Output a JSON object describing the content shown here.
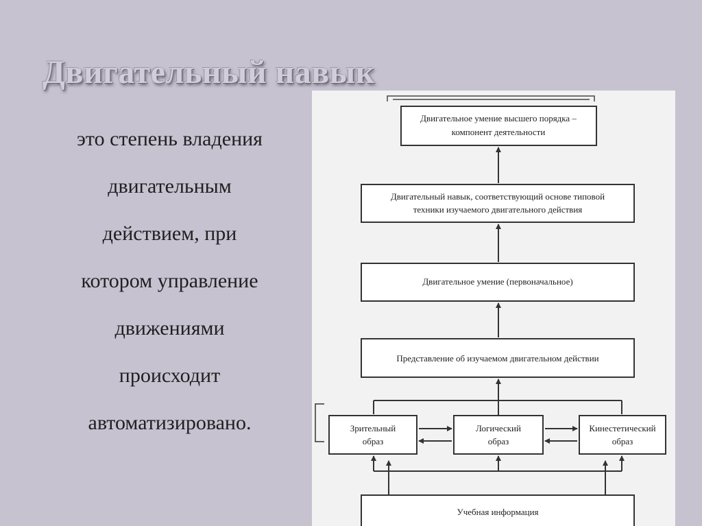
{
  "slide": {
    "title": "Двигательный навык",
    "definition_lines": [
      "это степень владения",
      "двигательным",
      "действием, при",
      "котором управление",
      "движениями",
      "происходит",
      "автоматизировано."
    ]
  },
  "diagram": {
    "box_higher_skill": [
      "Двигательное умение высшего порядка –",
      "компонент деятельности"
    ],
    "box_motor_skill": [
      "Двигательный навык, соответствующий основе типовой",
      "техники изучаемого двигательного действия"
    ],
    "box_initial_ability": [
      "Двигательное умение (первоначальное)"
    ],
    "box_representation": [
      "Представление об изучаемом двигательном действии"
    ],
    "box_visual": [
      "Зрительный",
      "образ"
    ],
    "box_logical": [
      "Логический",
      "образ"
    ],
    "box_kinesthetic": [
      "Кинестетический",
      "образ"
    ],
    "box_info": [
      "Учебная информация"
    ]
  }
}
